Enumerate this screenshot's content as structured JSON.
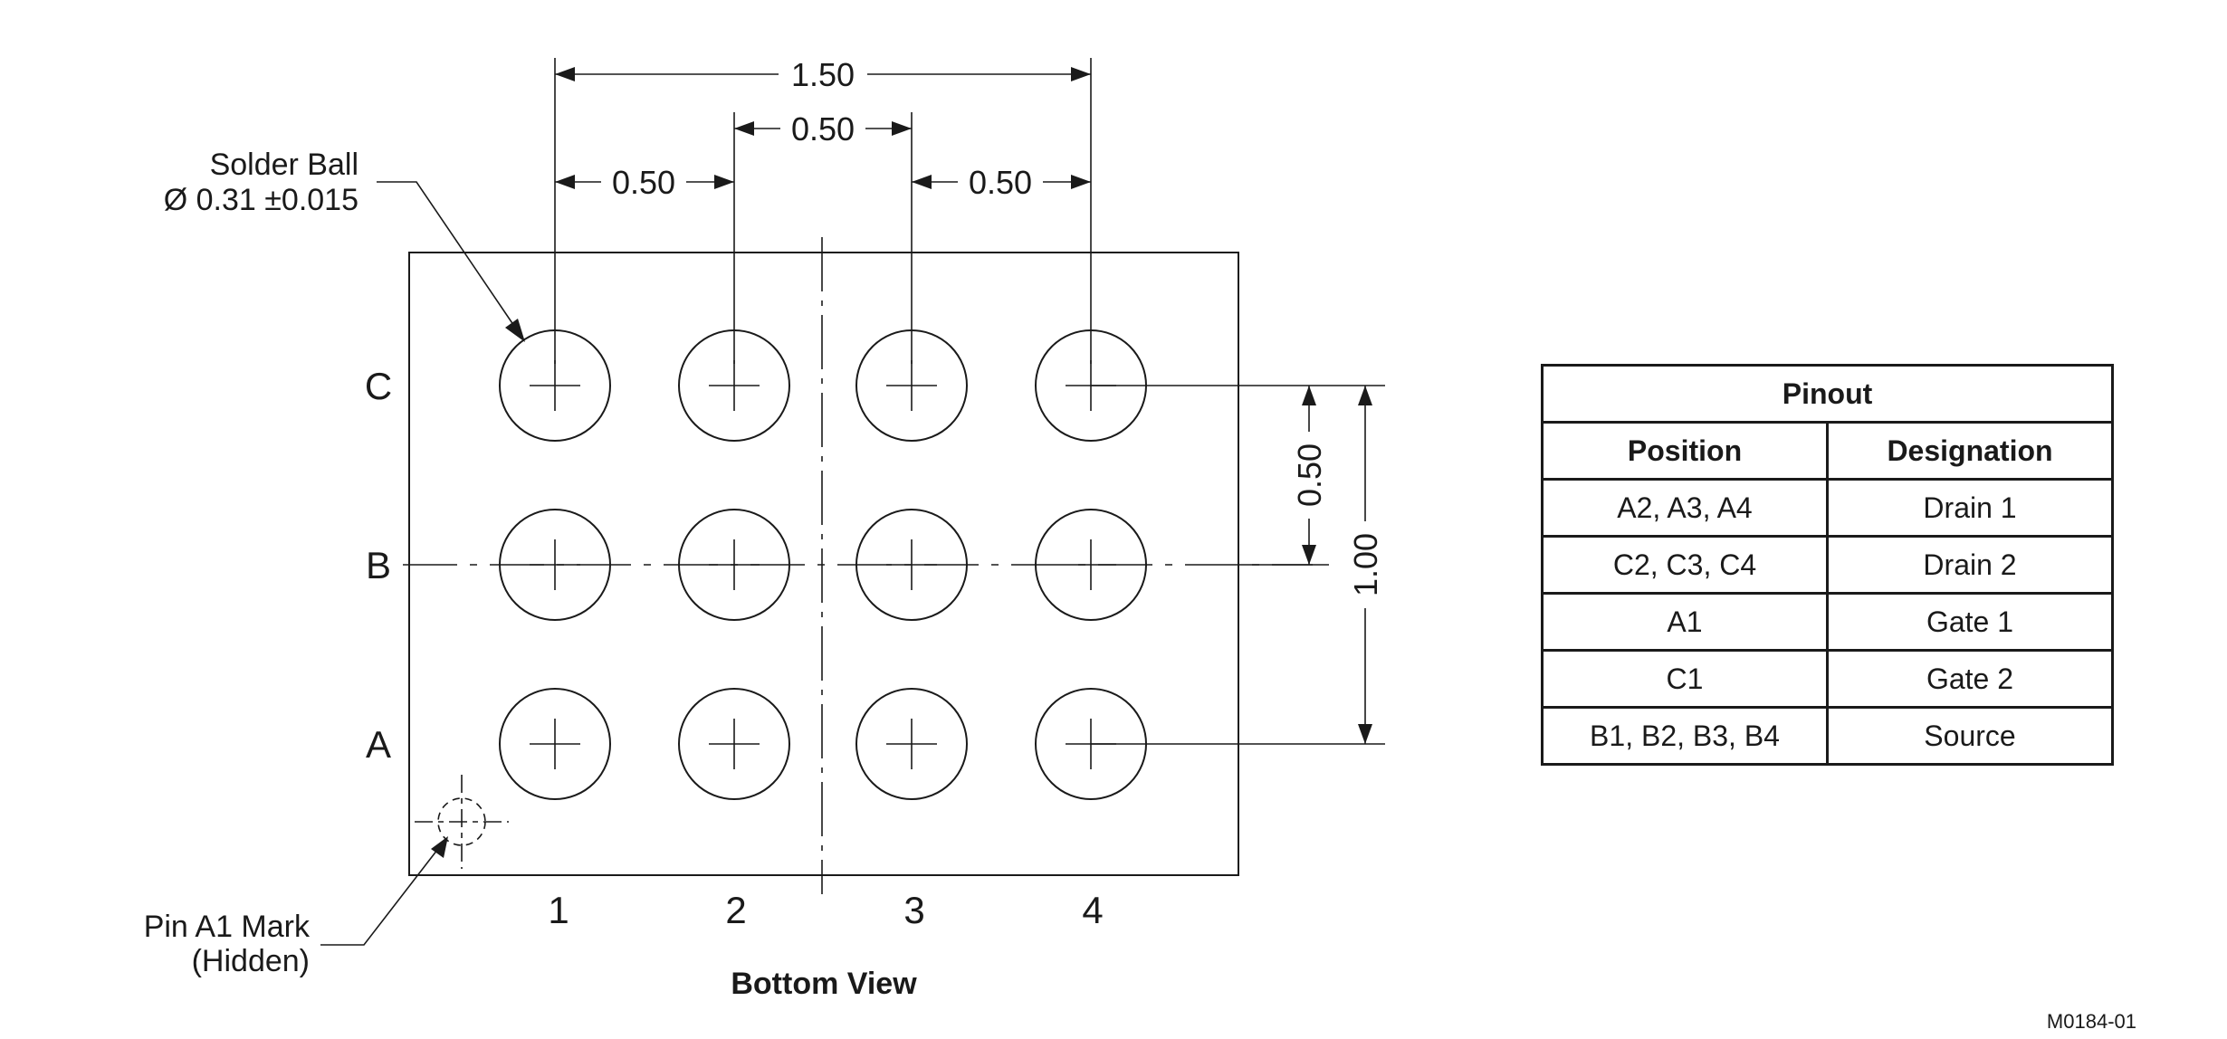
{
  "drawing": {
    "view_title": "Bottom View",
    "figure_id": "M0184-01",
    "solder_ball": {
      "line1": "Solder Ball",
      "line2": "Ø 0.31 ±0.015"
    },
    "pin_mark": {
      "line1": "Pin A1 Mark",
      "line2": "(Hidden)"
    },
    "columns": [
      "1",
      "2",
      "3",
      "4"
    ],
    "rows": [
      "C",
      "B",
      "A"
    ],
    "dimensions": {
      "overall_width": "1.50",
      "pitch_center": "0.50",
      "pitch_left": "0.50",
      "pitch_right": "0.50",
      "row_pitch": "0.50",
      "overall_height": "1.00"
    }
  },
  "pinout": {
    "title": "Pinout",
    "headers": [
      "Position",
      "Designation"
    ],
    "rows": [
      [
        "A2, A3, A4",
        "Drain 1"
      ],
      [
        "C2, C3, C4",
        "Drain 2"
      ],
      [
        "A1",
        "Gate 1"
      ],
      [
        "C1",
        "Gate 2"
      ],
      [
        "B1, B2, B3, B4",
        "Source"
      ]
    ]
  }
}
